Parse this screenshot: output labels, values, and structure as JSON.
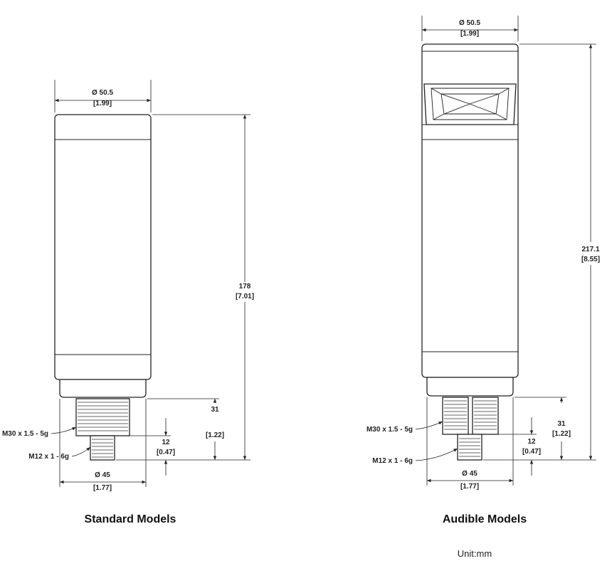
{
  "standard": {
    "caption": "Standard Models",
    "diameter_top": "Ø 50.5",
    "diameter_top_in": "[1.99]",
    "height": "178",
    "height_in": "[7.01]",
    "base_height": "31",
    "base_height_in": "[1.22]",
    "connector_height": "12",
    "connector_height_in": "[0.47]",
    "diameter_base": "Ø 45",
    "diameter_base_in": "[1.77]",
    "thread_m30": "M30 x 1.5 - 5g",
    "thread_m12": "M12 x 1 - 6g"
  },
  "audible": {
    "caption": "Audible Models",
    "diameter_top": "Ø 50.5",
    "diameter_top_in": "[1.99]",
    "height": "217.1",
    "height_in": "[8.55]",
    "base_height": "31",
    "base_height_in": "[1.22]",
    "connector_height": "12",
    "connector_height_in": "[0.47]",
    "diameter_base": "Ø 45",
    "diameter_base_in": "[1.77]",
    "thread_m30": "M30 x 1.5 - 5g",
    "thread_m12": "M12 x 1 - 6g"
  },
  "unit_note": "Unit:mm",
  "colors": {
    "line": "#222222",
    "background": "#ffffff"
  }
}
